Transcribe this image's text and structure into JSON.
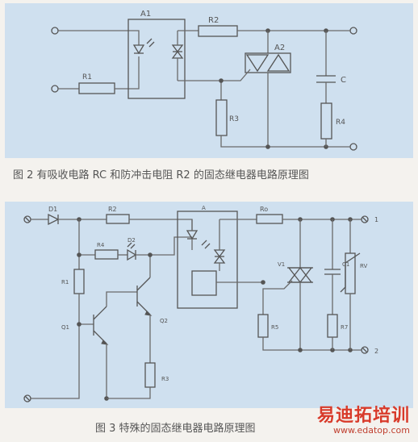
{
  "figure1": {
    "caption": "图 2   有吸收电路 RC 和防冲击电阻 R2 的固态继电器电路原理图",
    "labels": {
      "a1": "A1",
      "r2": "R2",
      "a2": "A2",
      "r1": "R1",
      "r3": "R3",
      "c": "C",
      "r4": "R4"
    }
  },
  "figure2": {
    "caption": "图 3   特殊的固态继电器电路原理图",
    "labels": {
      "d1": "D1",
      "r2": "R2",
      "a": "A",
      "ro": "Ro",
      "t1": "1",
      "r4": "R4",
      "d2": "D2",
      "v1": "V1",
      "c1": "C1",
      "rv": "RV",
      "r1": "R1",
      "q2": "Q2",
      "r5": "R5",
      "r7": "R7",
      "q1": "Q1",
      "r3": "R3",
      "t2": "2"
    }
  },
  "watermark": {
    "title": "易迪拓培训",
    "url": "www.edatop.com"
  }
}
